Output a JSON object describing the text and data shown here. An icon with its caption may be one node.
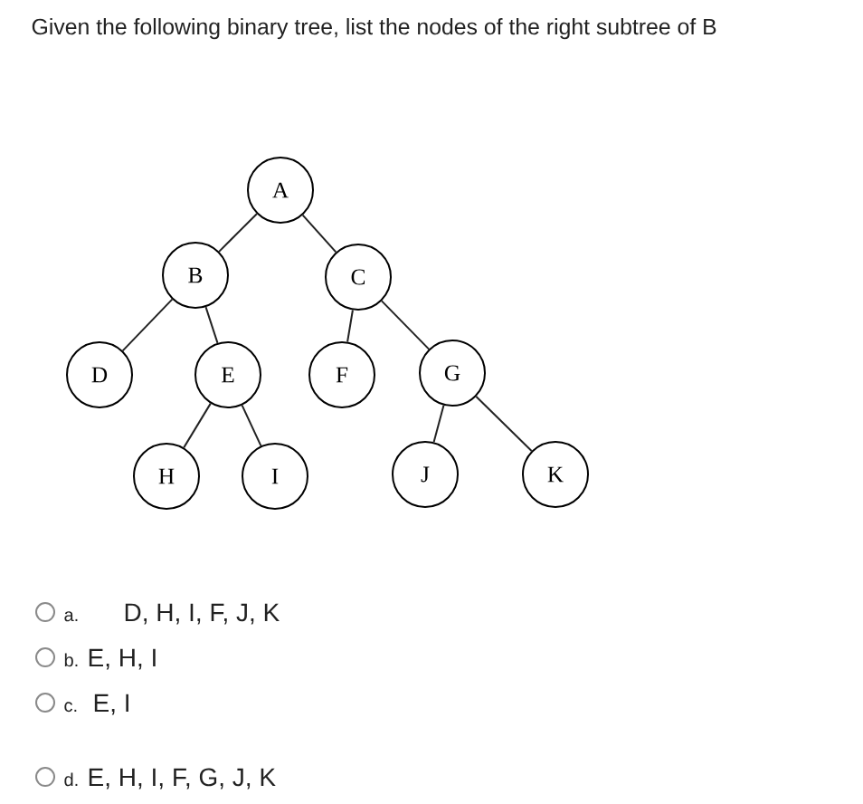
{
  "diagram": {
    "title": "Given the following binary tree, list the nodes of the right subtree of B",
    "nodes": [
      {
        "text": [
          "A"
        ]
      },
      {
        "text": [
          "B"
        ]
      },
      {
        "text": [
          "C"
        ]
      },
      {
        "text": [
          "D"
        ]
      },
      {
        "text": [
          "E"
        ]
      },
      {
        "text": [
          "F"
        ]
      },
      {
        "text": [
          "G"
        ]
      },
      {
        "text": [
          "H"
        ]
      },
      {
        "text": [
          "I"
        ]
      },
      {
        "text": [
          "J"
        ]
      },
      {
        "text": [
          "K"
        ]
      }
    ],
    "edges": [
      {
        "from": 0,
        "to": 1,
        "arrow": "none"
      },
      {
        "from": 0,
        "to": 2,
        "arrow": "none"
      },
      {
        "from": 1,
        "to": 3,
        "arrow": "none"
      },
      {
        "from": 1,
        "to": 4,
        "arrow": "none"
      },
      {
        "from": 2,
        "to": 5,
        "arrow": "none"
      },
      {
        "from": 2,
        "to": 6,
        "arrow": "none"
      },
      {
        "from": 4,
        "to": 7,
        "arrow": "none"
      },
      {
        "from": 4,
        "to": 8,
        "arrow": "none"
      },
      {
        "from": 6,
        "to": 9,
        "arrow": "none"
      },
      {
        "from": 6,
        "to": 10,
        "arrow": "none"
      }
    ],
    "labels": [
      "a.",
      "D, H, I, F, J, K",
      "b.",
      "E, H, I",
      "c.",
      "E, I",
      "d.",
      "E, H, I, F, G, J, K"
    ]
  }
}
